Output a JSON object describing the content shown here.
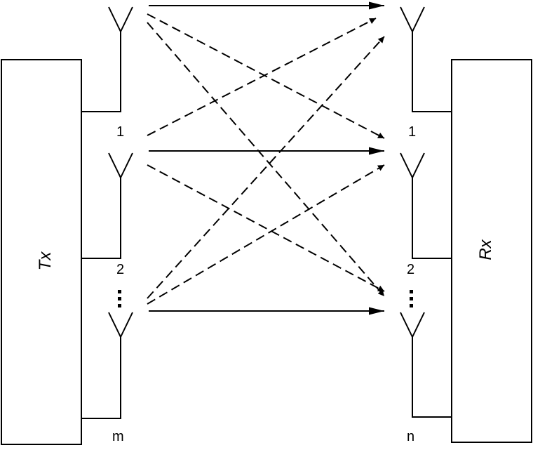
{
  "transmitter": {
    "label": "Tx"
  },
  "receiver": {
    "label": "Rx"
  },
  "tx_antennas": [
    "1",
    "2",
    "m"
  ],
  "rx_antennas": [
    "1",
    "2",
    "n"
  ]
}
